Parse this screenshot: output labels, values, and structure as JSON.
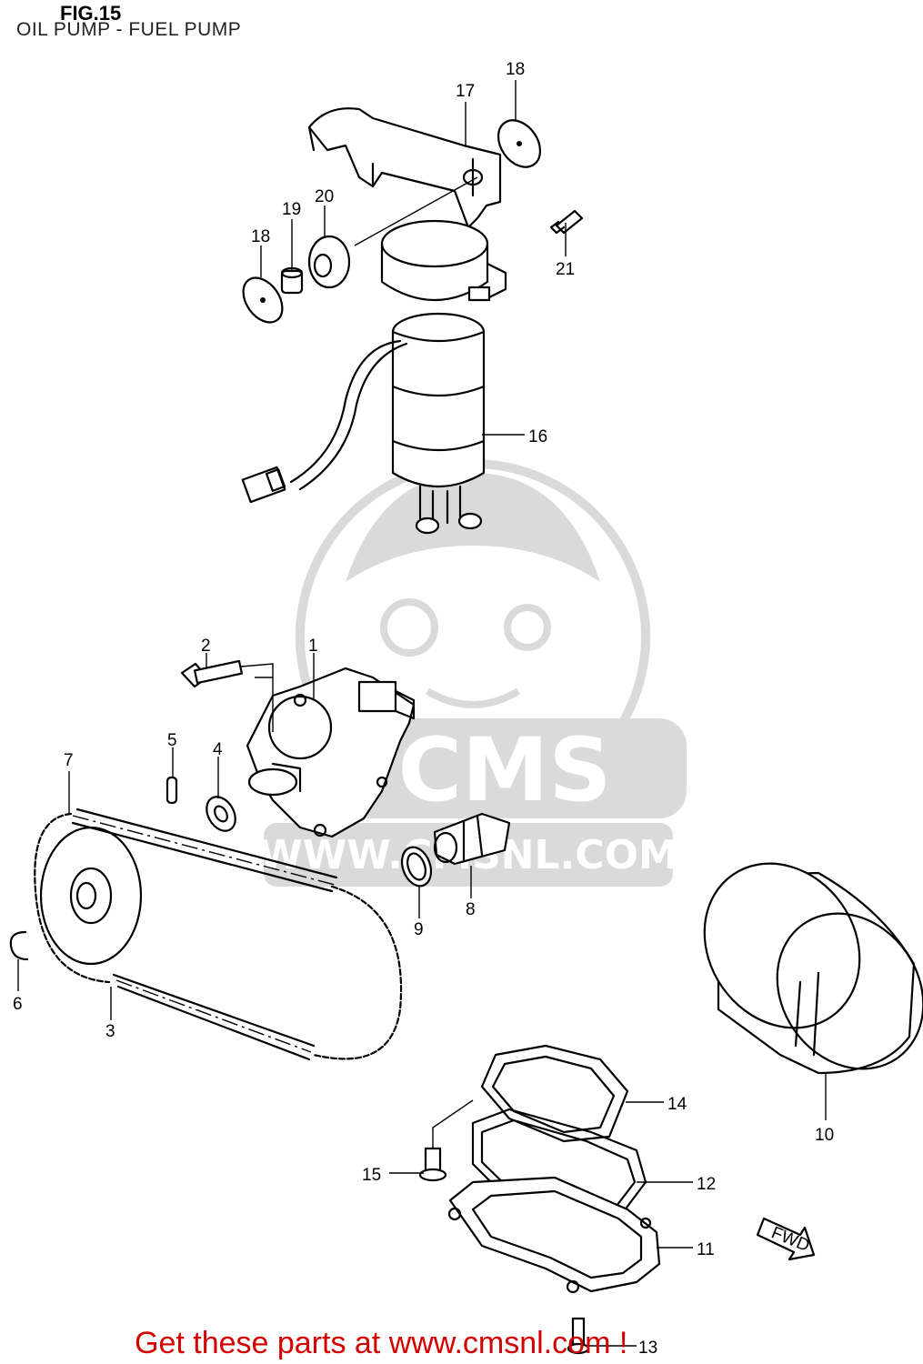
{
  "header": {
    "figure_number": "FIG.15",
    "title": "OIL PUMP - FUEL PUMP"
  },
  "watermark": {
    "brand": "CMS",
    "site": "WWW.CMSNL.COM"
  },
  "callouts": [
    "1",
    "2",
    "3",
    "4",
    "5",
    "6",
    "7",
    "8",
    "9",
    "10",
    "11",
    "12",
    "13",
    "14",
    "15",
    "16",
    "17",
    "18",
    "18",
    "19",
    "20",
    "21"
  ],
  "fwd_arrow_label": "FWD",
  "footer": {
    "text": "Get these parts at www.cmsnl.com !",
    "color": "#d40000"
  }
}
